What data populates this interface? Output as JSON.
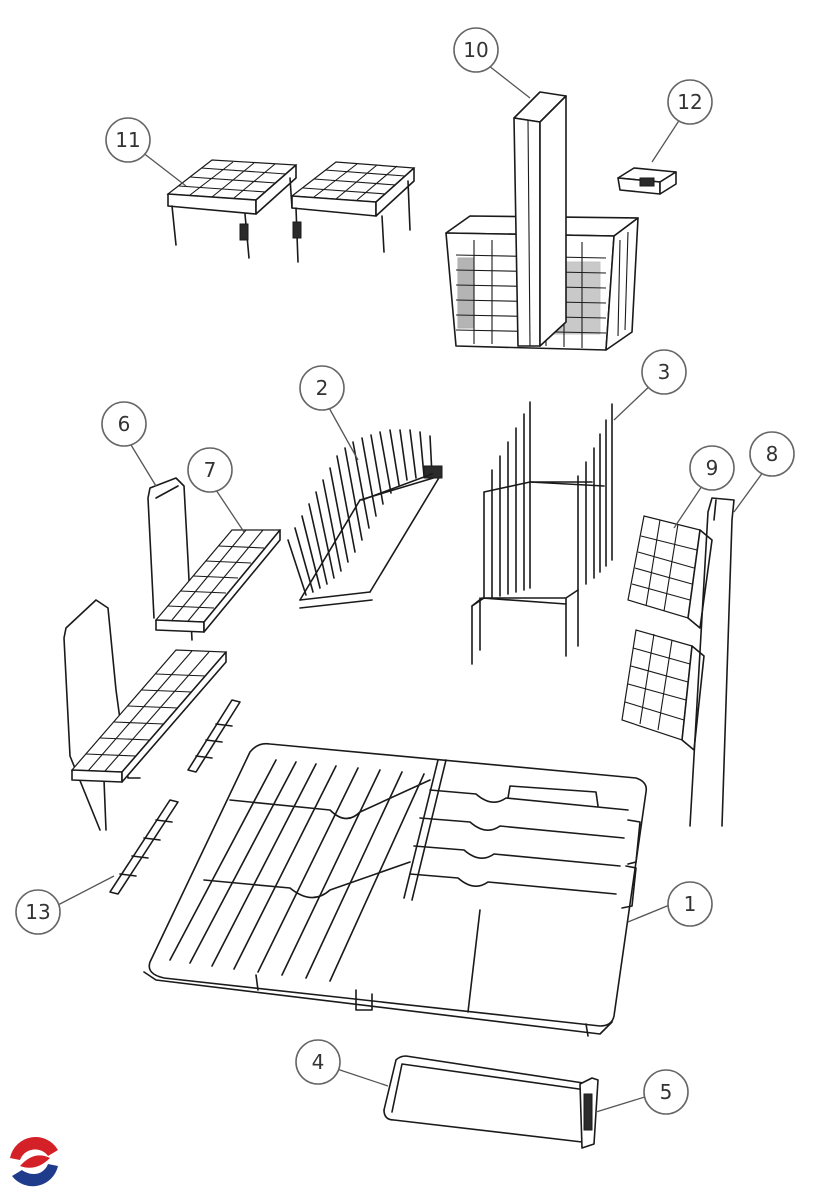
{
  "callouts": [
    {
      "id": "1",
      "label": "1"
    },
    {
      "id": "2",
      "label": "2"
    },
    {
      "id": "3",
      "label": "3"
    },
    {
      "id": "4",
      "label": "4"
    },
    {
      "id": "5",
      "label": "5"
    },
    {
      "id": "6",
      "label": "6"
    },
    {
      "id": "7",
      "label": "7"
    },
    {
      "id": "8",
      "label": "8"
    },
    {
      "id": "9",
      "label": "9"
    },
    {
      "id": "10",
      "label": "10"
    },
    {
      "id": "11",
      "label": "11"
    },
    {
      "id": "12",
      "label": "12"
    },
    {
      "id": "13",
      "label": "13"
    }
  ],
  "colors": {
    "line": "#1a1a1a",
    "callout_stroke": "#666666",
    "logo_red": "#d42027",
    "logo_blue": "#1f3c8c"
  },
  "icons": [
    "brand-logo-icon"
  ]
}
